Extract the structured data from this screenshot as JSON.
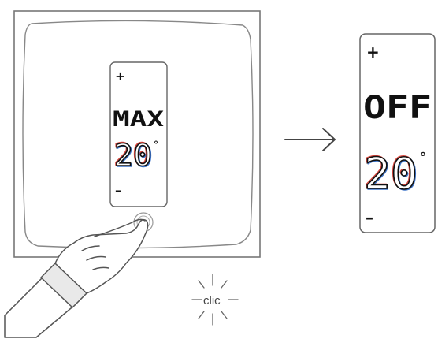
{
  "left_display": {
    "plus": "+",
    "mode": "MAX",
    "temperature": "20",
    "degree": "°",
    "minus": "–"
  },
  "right_display": {
    "plus": "+",
    "mode": "OFF",
    "temperature": "20",
    "degree": "°",
    "minus": "–"
  },
  "click_label": "clic",
  "colors": {
    "line": "#555555",
    "text": "#111111",
    "accent_red": "#d8453c",
    "accent_blue": "#3b73c9",
    "accent_gold": "#d9a72a"
  }
}
